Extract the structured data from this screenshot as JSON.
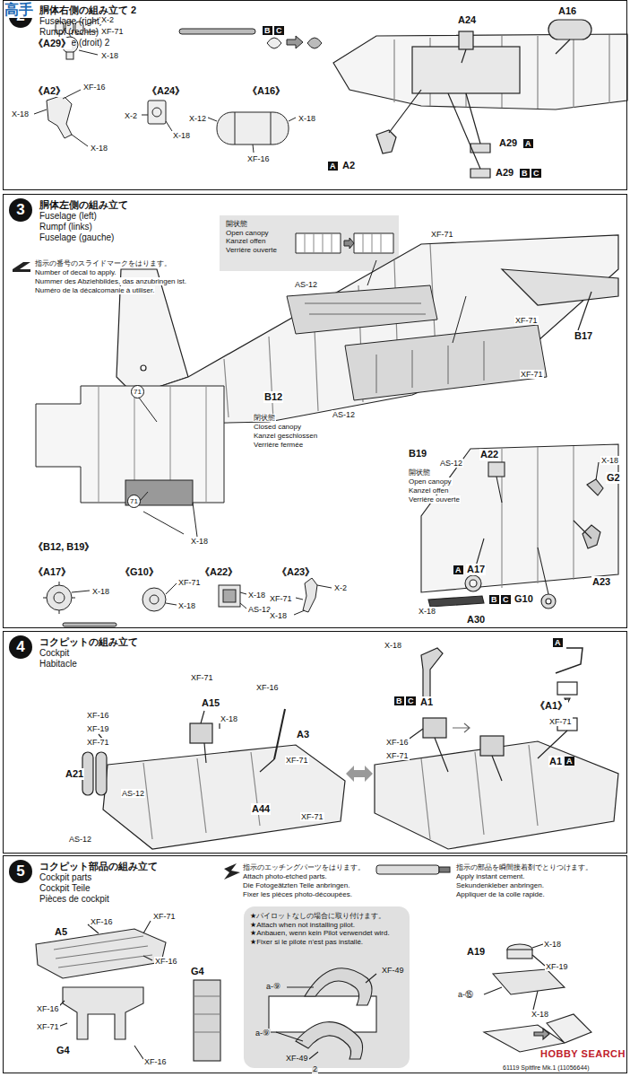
{
  "diagram": {
    "nodes": [
      {
        "text": [
          "2",
          "胴体右側の組み立て 2",
          "Fuselage (right) 2",
          "Rumpf (rechts) 2",
          "Fuselage (droit) 2"
        ]
      },
      {
        "text": [
          "3",
          "胴体左側の組み立て",
          "Fuselage (left)",
          "Rumpf (links)",
          "Fuselage (gauche)"
        ]
      },
      {
        "text": [
          "開状態",
          "Open canopy",
          "Kanzel offen",
          "Verrière ouverte"
        ],
        "in": 1
      },
      {
        "text": [
          "4",
          "コクピットの組み立て",
          "Cockpit",
          "Habitacle"
        ]
      },
      {
        "text": [
          "5",
          "コクピット部品の組み立て",
          "Cockpit parts",
          "Cockpit Teile",
          "Pièces de cockpit"
        ]
      },
      {
        "text": [
          "★パイロットなしの場合に取り付けます。",
          "★Attach when not installing pilot.",
          "★Anbauen, wenn kein Pilot verwendet wird.",
          "★Fixer si le pilote n'est pas installé."
        ],
        "in": 4
      }
    ],
    "labels": [
      "高手",
      "《A29》",
      "X-2",
      "XF-71",
      "X-18",
      "B",
      "C",
      "《A2》",
      "XF-16",
      "X-18",
      "X-18",
      "《A24》",
      "X-2",
      "X-18",
      "《A16》",
      "X-12",
      "X-18",
      "XF-16",
      "A24",
      "A16",
      "A29",
      "A",
      "A",
      "A2",
      "A29",
      "B",
      "C",
      "指示の番号のスライドマークをはります。",
      "Number of decal to apply.",
      "Nummer des Abziehbildes, das anzubringen ist.",
      "Numéro de la décalcomanie à utiliser.",
      "XF-71",
      "AS-12",
      "XF-71",
      "B17",
      "XF-71",
      "B12",
      "AS-12",
      "閉状態",
      "Closed canopy",
      "Kanzel geschlossen",
      "Verrière fermée",
      "B19",
      "AS-12",
      "開状態",
      "Open canopy",
      "Kanzel offen",
      "Verrière ouverte",
      "71",
      "71",
      "《B12, B19》",
      "X-18",
      "A22",
      "X-18",
      "G2",
      "A",
      "A17",
      "A23",
      "X-18",
      "A30",
      "B",
      "C",
      "G10",
      "《A17》",
      "X-18",
      "《G10》",
      "XF-71",
      "X-18",
      "《A22》",
      "X-18",
      "AS-12",
      "《A23》",
      "X-2",
      "XF-71",
      "X-18",
      "XF-71",
      "XF-16",
      "A15",
      "X-18",
      "XF-16",
      "XF-19",
      "XF-71",
      "A3",
      "XF-71",
      "A21",
      "AS-12",
      "A44",
      "XF-71",
      "AS-12",
      "X-18",
      "B",
      "C",
      "A1",
      "XF-16",
      "XF-71",
      "XF-71",
      "A1",
      "A",
      "A",
      "《A1》",
      "指示のエッチングパーツをはります。",
      "Attach photo-etched parts.",
      "Die Fotogeätzten Teile anbringen.",
      "Fixer les pièces photo-découpées.",
      "指示の部品を瞬間接着剤でとりつけます。",
      "Apply instant cement.",
      "Sekundenkleber anbringen.",
      "Appliquer de la colle rapide.",
      "A5",
      "XF-16",
      "XF-71",
      "XF-16",
      "XF-16",
      "XF-71",
      "G4",
      "XF-16",
      "G4",
      "XF-49",
      "a-⑨",
      "a-⑨",
      "XF-49",
      "A19",
      "X-18",
      "XF-19",
      "a-⑮",
      "X-18",
      "2",
      "HOBBY SEARCH",
      "61119 Spitfire Mk.1 (11056644)"
    ]
  }
}
